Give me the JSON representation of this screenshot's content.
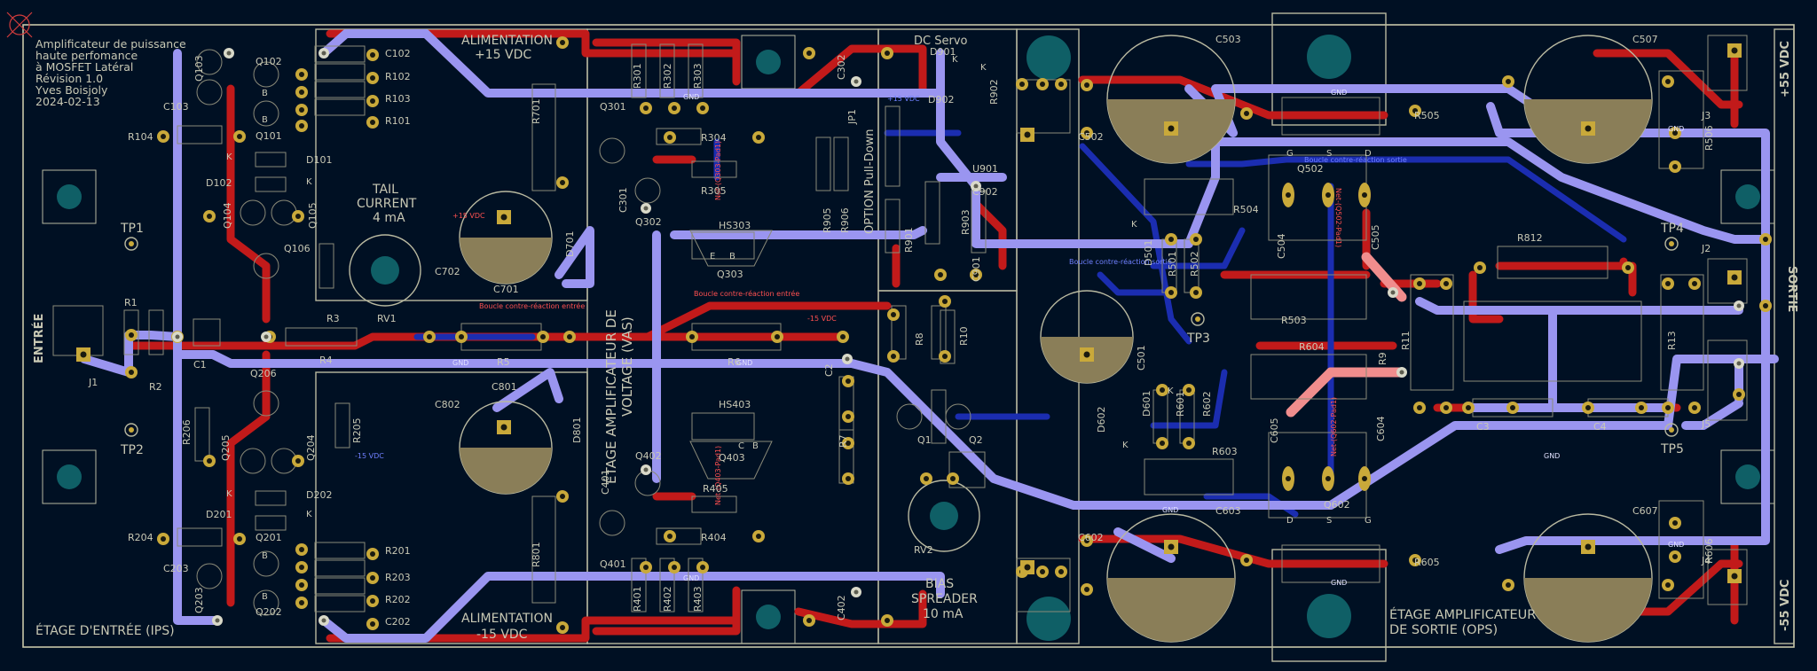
{
  "title_block": {
    "line1": "Amplificateur de puissance",
    "line2": "haute perfomance",
    "line3": "à MOSFET Latéral",
    "line4": "Révision 1.0",
    "line5": "Yves Boisjoly",
    "line6": "2024-02-13"
  },
  "sections": {
    "ips": "ÉTAGE D'ENTRÉE (IPS)",
    "vas_line1": "ÉTAGE AMPLIFICATEUR DE",
    "vas_line2": "VOLTAGE (VAS)",
    "ops_line1": "ÉTAGE AMPLIFICATEUR",
    "ops_line2": "DE SORTIE (OPS)",
    "alim_pos_line1": "ALIMENTATION",
    "alim_pos_line2": "+15 VDC",
    "alim_neg_line1": "ALIMENTATION",
    "alim_neg_line2": "-15 VDC",
    "tail_line1": "TAIL",
    "tail_line2": "CURRENT",
    "tail_line3": "4 mA",
    "bias_line1": "BIAS",
    "bias_line2": "SPREADER",
    "bias_line3": "10 mA",
    "dc_servo": "DC Servo",
    "pulldown": "OPTION Pull-Down",
    "entree": "ENTRÉE",
    "sortie": "SORTIE",
    "v55_pos": "+55 VDC",
    "v55_neg": "-55 VDC"
  },
  "test_points": [
    "TP1",
    "TP2",
    "TP3",
    "TP4",
    "TP5"
  ],
  "net_labels": {
    "gnd": "GND",
    "boucle_entree": "Boucle contre-réaction entrée",
    "boucle_sortie": "Boucle contre-réaction sortie",
    "v15_pos": "+15 VDC",
    "v15_neg": "-15 VDC",
    "pad_net_q502": "Net-(Q502-Pad1)",
    "pad_net_q602": "Net-(Q602-Pad1)",
    "pad_net_q303": "Net-(Q303-Pad1)",
    "pad_net_q403": "Net-(Q403-Pad1)"
  },
  "components": {
    "input": [
      "J1",
      "R1",
      "R2",
      "C1",
      "R3",
      "R4",
      "RV1"
    ],
    "ips_top": [
      "Q102",
      "Q103",
      "C103",
      "Q101",
      "D101",
      "D102",
      "R104",
      "Q104",
      "Q105",
      "Q106",
      "C102",
      "R102",
      "R103",
      "R101"
    ],
    "ips_bottom": [
      "Q206",
      "Q205",
      "Q204",
      "R206",
      "R205",
      "D202",
      "D201",
      "R204",
      "Q201",
      "C203",
      "Q203",
      "Q202",
      "R201",
      "R203",
      "R202",
      "C202"
    ],
    "power": [
      "R701",
      "D701",
      "C701",
      "C702",
      "C801",
      "C802",
      "D801",
      "R801"
    ],
    "vas": [
      "C301",
      "Q301",
      "Q302",
      "R301",
      "R302",
      "R303",
      "R304",
      "R305",
      "Q303",
      "C302",
      "R5",
      "R6",
      "C401",
      "Q401",
      "Q402",
      "R401",
      "R402",
      "R403",
      "R404",
      "R405",
      "Q403",
      "C402",
      "HS403",
      "HS303"
    ],
    "servo": [
      "D901",
      "R902",
      "JP1",
      "D902",
      "U901",
      "C902",
      "R901",
      "R905",
      "R906",
      "C901",
      "R903"
    ],
    "bias": [
      "R8",
      "R10",
      "C2",
      "R7",
      "Q1",
      "Q2",
      "RV2"
    ],
    "ops": [
      "C503",
      "C502",
      "R504",
      "R505",
      "C507",
      "R506",
      "J3",
      "J2",
      "R503",
      "R502",
      "R501",
      "Q502",
      "C504",
      "C505",
      "D501",
      "C501",
      "R812",
      "R11",
      "R13",
      "J5",
      "C3",
      "C4",
      "C603",
      "C602",
      "R604",
      "R605",
      "R601",
      "R602",
      "R603",
      "Q602",
      "C605",
      "C604",
      "D601",
      "D602",
      "C607",
      "R606",
      "J4",
      "R9"
    ]
  },
  "pin_letters": {
    "gate": "G",
    "source": "S",
    "drain": "D",
    "anode": "K",
    "b": "B",
    "c": "C",
    "e": "E"
  },
  "colors": {
    "background": "#001023",
    "front_copper": "#c21a1a",
    "back_copper": "#1b2db0",
    "gnd_zone": "#9a95f0",
    "silkscreen": "#c8c8b4",
    "capacitor_fill": "#8a7e58"
  }
}
